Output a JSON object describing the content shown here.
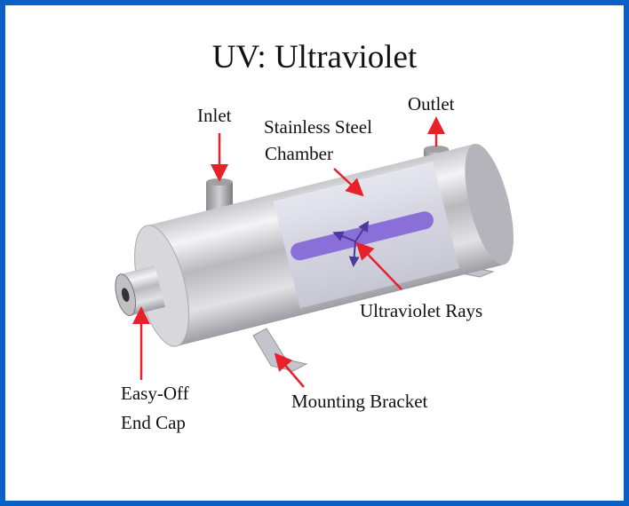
{
  "title": "UV: Ultraviolet",
  "labels": {
    "inlet": "Inlet",
    "outlet": "Outlet",
    "chamber_line1": "Stainless Steel",
    "chamber_line2": "Chamber",
    "uv_rays": "Ultraviolet Rays",
    "end_cap_line1": "Easy-Off",
    "end_cap_line2": "End Cap",
    "bracket": "Mounting Bracket"
  },
  "colors": {
    "border": "#0a60c6",
    "arrow": "#e8202a",
    "uv_lamp": "#8a6fd8"
  }
}
